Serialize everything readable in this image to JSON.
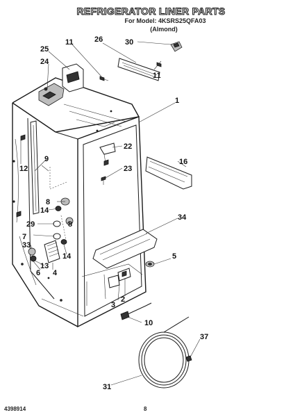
{
  "header": {
    "title": "REFRIGERATOR LINER PARTS",
    "model": "For Model: 4KSRS25QFA03",
    "color": "(Almond)"
  },
  "footer": {
    "doc_number": "4398914",
    "page": "8"
  },
  "callouts": {
    "c1": "1",
    "c2": "2",
    "c3": "3",
    "c4": "4",
    "c5": "5",
    "c6": "6",
    "c7": "7",
    "c8a": "8",
    "c8b": "8",
    "c9": "9",
    "c10": "10",
    "c11a": "11",
    "c11b": "11",
    "c12": "12",
    "c13": "13",
    "c14a": "14",
    "c14b": "14",
    "c16": "16",
    "c22": "22",
    "c23": "23",
    "c24": "24",
    "c25": "25",
    "c26": "26",
    "c29": "29",
    "c30": "30",
    "c31": "31",
    "c33": "33",
    "c34": "34",
    "c37": "37"
  }
}
